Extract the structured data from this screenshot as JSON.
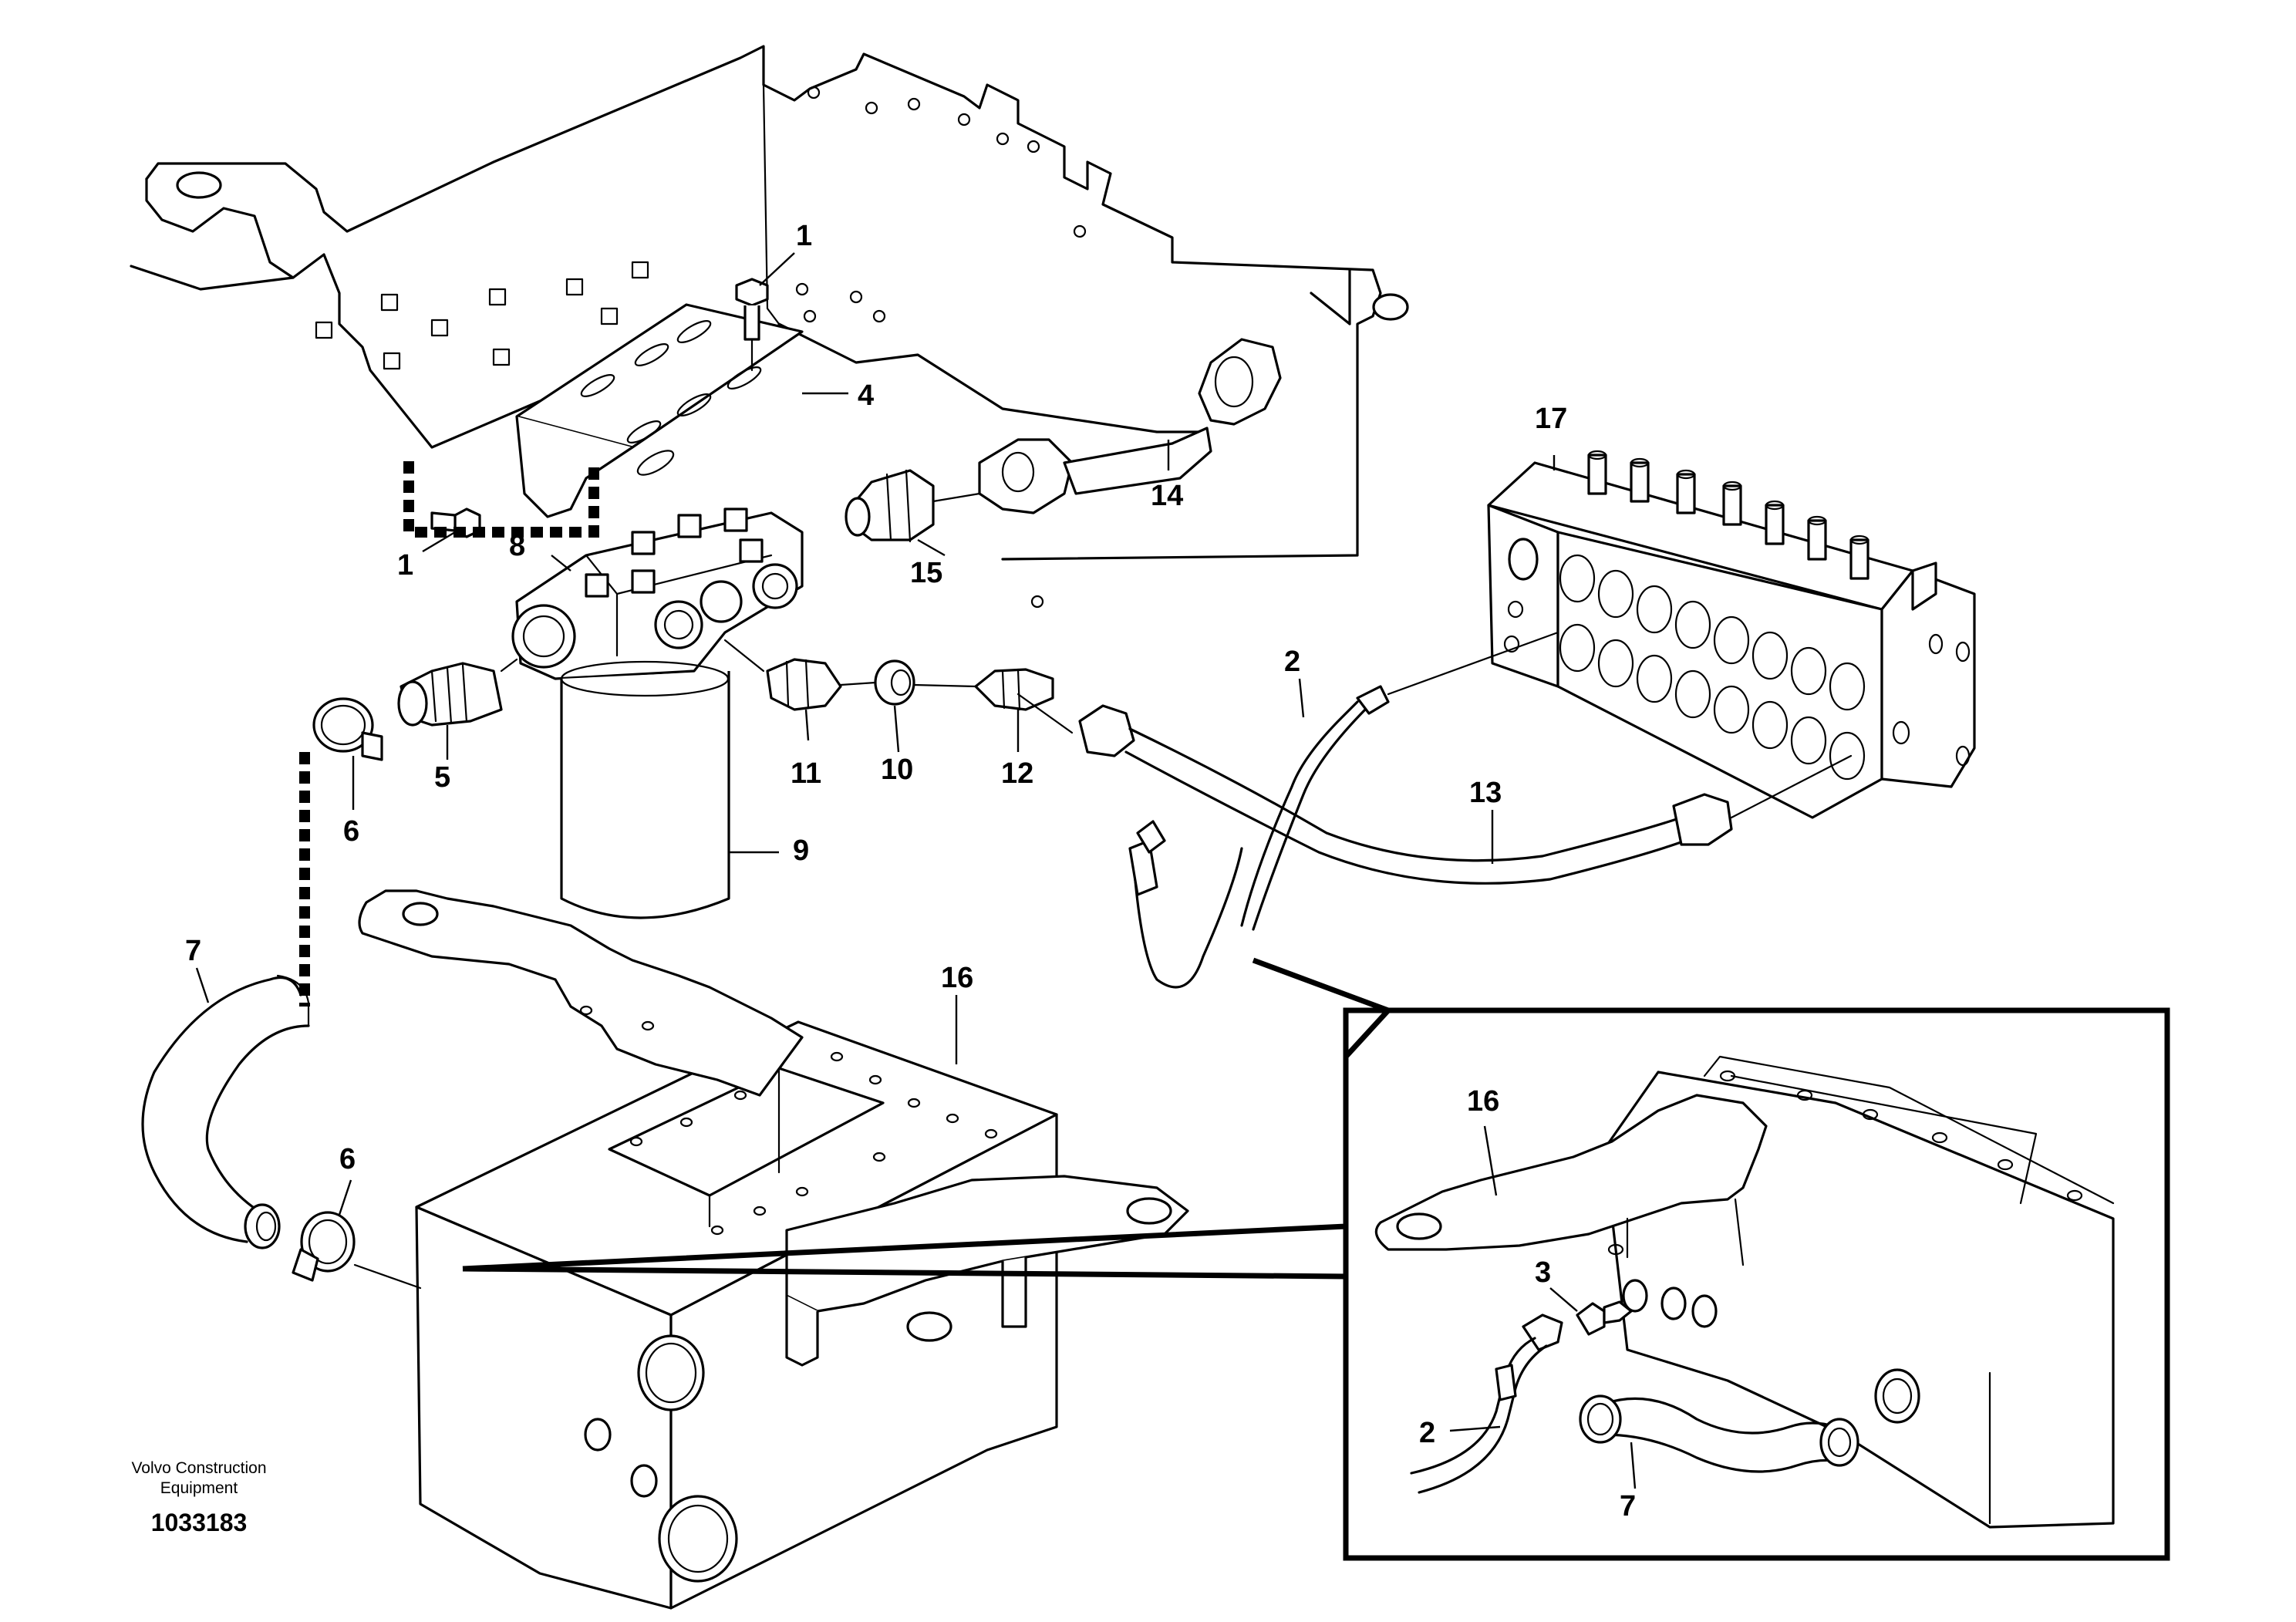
{
  "callouts": {
    "c1a": "1",
    "c1b": "1",
    "c2": "2",
    "c2i": "2",
    "c3": "3",
    "c4": "4",
    "c5": "5",
    "c6a": "6",
    "c6b": "6",
    "c7": "7",
    "c7i": "7",
    "c8": "8",
    "c9": "9",
    "c10": "10",
    "c11": "11",
    "c12": "12",
    "c13": "13",
    "c14": "14",
    "c15": "15",
    "c16": "16",
    "c16i": "16",
    "c17": "17"
  },
  "footer": {
    "credit_line1": "Volvo Construction",
    "credit_line2": "Equipment",
    "drawing_number": "1033183"
  }
}
